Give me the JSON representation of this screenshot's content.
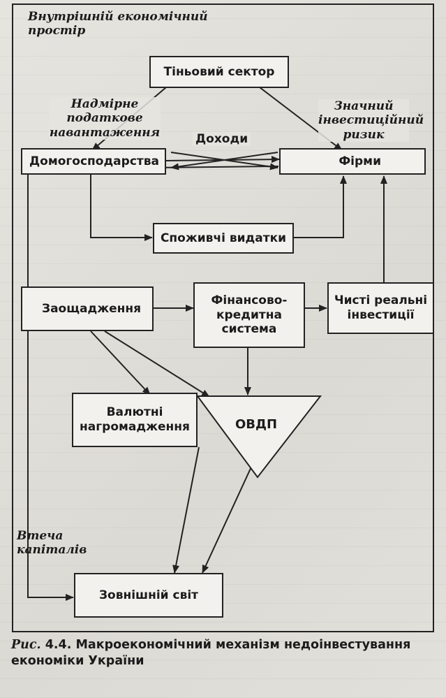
{
  "diagram": {
    "space_label": "Внутрішній економічний простір",
    "excess_tax_label": "Надмірне податкове навантаження",
    "investment_risk_label": "Значний інвестиційний ризик",
    "income_label": "Доходи",
    "capital_flight_label": "Втеча капіталів",
    "nodes": {
      "shadow": "Тіньовий сектор",
      "households": "Домогосподарства",
      "firms": "Фірми",
      "consumer": "Споживчі видатки",
      "savings": "Заощадження",
      "financial": "Фінансово-кредитна система",
      "net_invest": "Чисті реальні інвестиції",
      "currency": "Валютні нагромадження",
      "ovdp": "ОВДП",
      "outside": "Зовнішній світ"
    }
  },
  "caption": {
    "prefix": "Рис.",
    "text": "4.4. Макроекономічний механізм недоінвестування економіки України"
  },
  "colors": {
    "ink": "#222222",
    "paper": "#e3e1dc"
  }
}
